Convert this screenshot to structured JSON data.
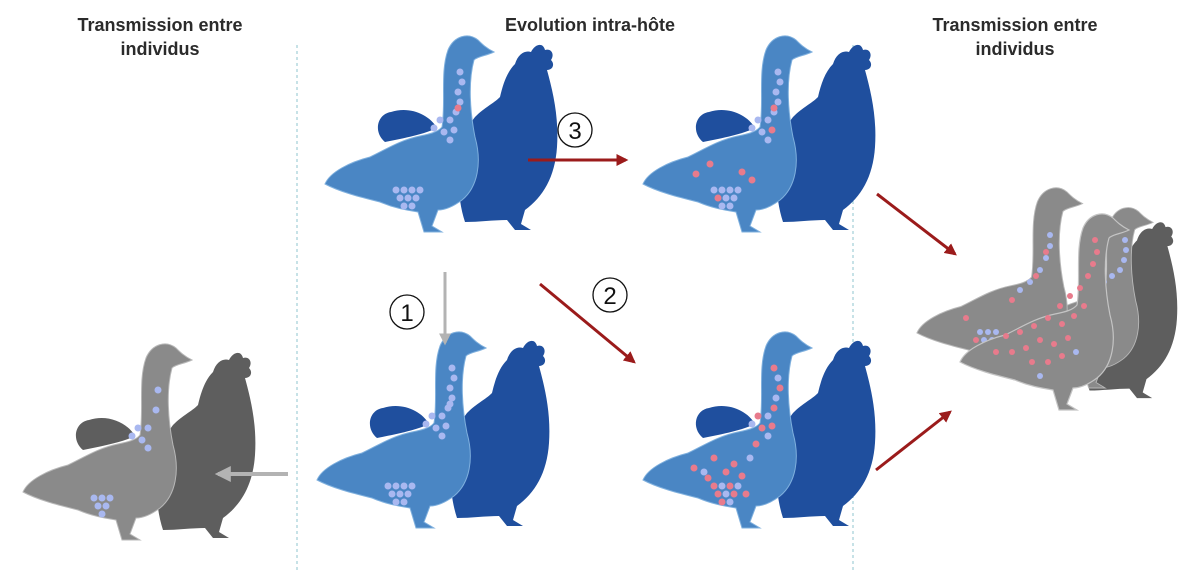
{
  "headings": {
    "left": "Transmission entre individus",
    "center": "Evolution intra-hôte",
    "right": "Transmission entre individus"
  },
  "steps": {
    "step1": "1",
    "step2": "2",
    "step3": "3"
  },
  "colors": {
    "goose_blue": "#4a86c4",
    "chicken_blue": "#1f4f9e",
    "goose_grey": "#8a8a8a",
    "chicken_grey": "#5e5e5e",
    "virus_original": "#a9b8f0",
    "virus_mutant": "#e87b8c",
    "arrow_red": "#9b1b1b",
    "arrow_grey": "#b3b3b3",
    "divider": "#8fc5cf"
  }
}
